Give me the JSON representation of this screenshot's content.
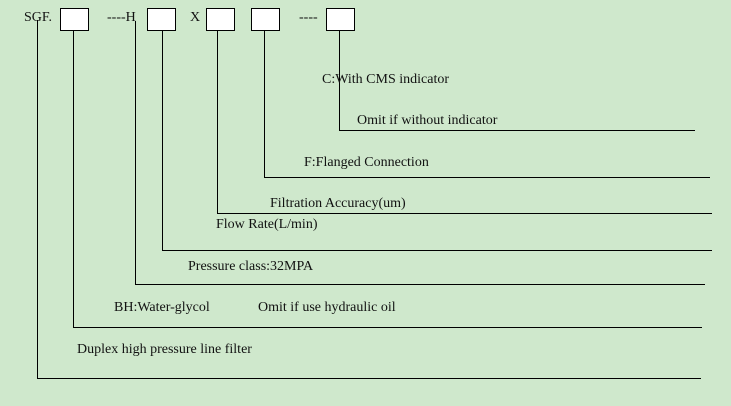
{
  "model_code": {
    "prefix": "SGF.",
    "sep1": "----H",
    "sep2": "X",
    "sep3": "----"
  },
  "labels": {
    "cms_indicator": "C:With CMS indicator",
    "omit_indicator": "Omit if without indicator",
    "flanged": "F:Flanged Connection",
    "filtration": "Filtration Accuracy(um)",
    "flow_rate": "Flow Rate(L/min)",
    "pressure_class": "Pressure class:32MPA",
    "water_glycol": "BH:Water-glycol",
    "omit_hydraulic": "Omit if use hydraulic oil",
    "filter_type": "Duplex high pressure line filter"
  },
  "colors": {
    "background": "#cfe8cc",
    "box_fill": "#ffffff",
    "line": "#000000"
  }
}
